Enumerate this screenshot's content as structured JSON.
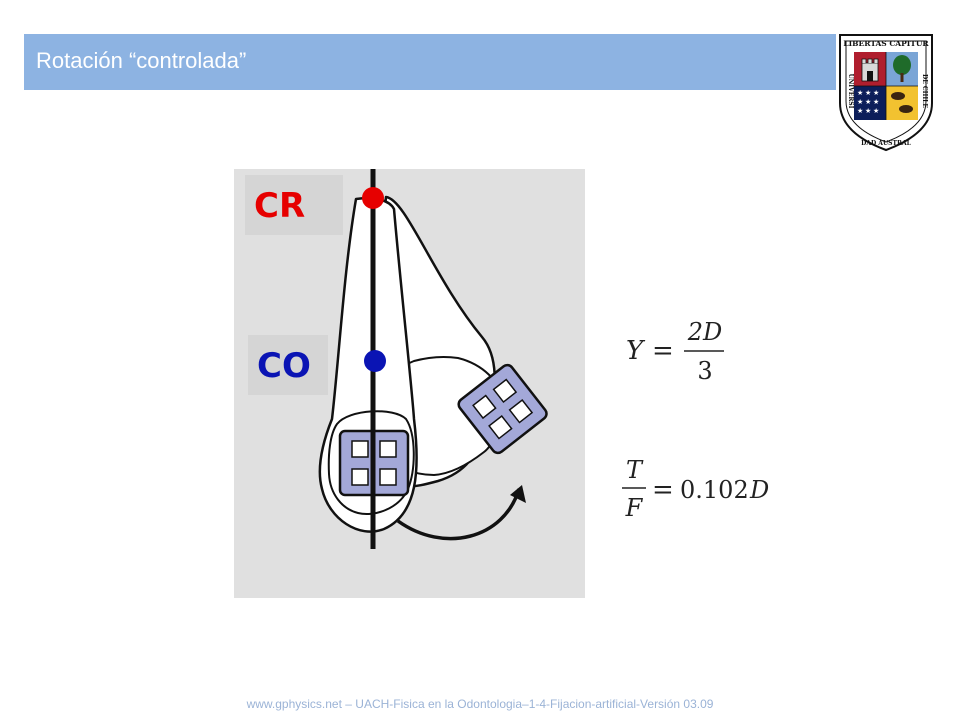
{
  "slide": {
    "title": "Rotación “controlada”",
    "footer": "www.gphysics.net – UACH-Fisica en la Odontologia–1-4-Fijacion-artificial-Versión 03.09"
  },
  "logo": {
    "banner_top": "LIBERTAS CAPITUR",
    "banner_left": "UNIVERSI",
    "banner_bottom": "DAD AUSTRAL",
    "banner_right": "DE CHILE",
    "icon": "university-crest-icon"
  },
  "diagram": {
    "label_cr": "CR",
    "label_co": "CO",
    "cr_color": "#e60000",
    "co_color": "#0a14b4",
    "bracket_color": "#a3a8d8",
    "icons": [
      "tooth-initial-icon",
      "tooth-rotated-icon",
      "bracket-icon",
      "rotation-arrow-icon"
    ]
  },
  "formulas": {
    "f1": {
      "lhs": "Y",
      "equals": "=",
      "numerator": "2D",
      "denominator": "3"
    },
    "f2": {
      "numerator": "T",
      "denominator": "F",
      "equals": "=",
      "rhs_value": "0.102",
      "rhs_var": "D"
    }
  }
}
